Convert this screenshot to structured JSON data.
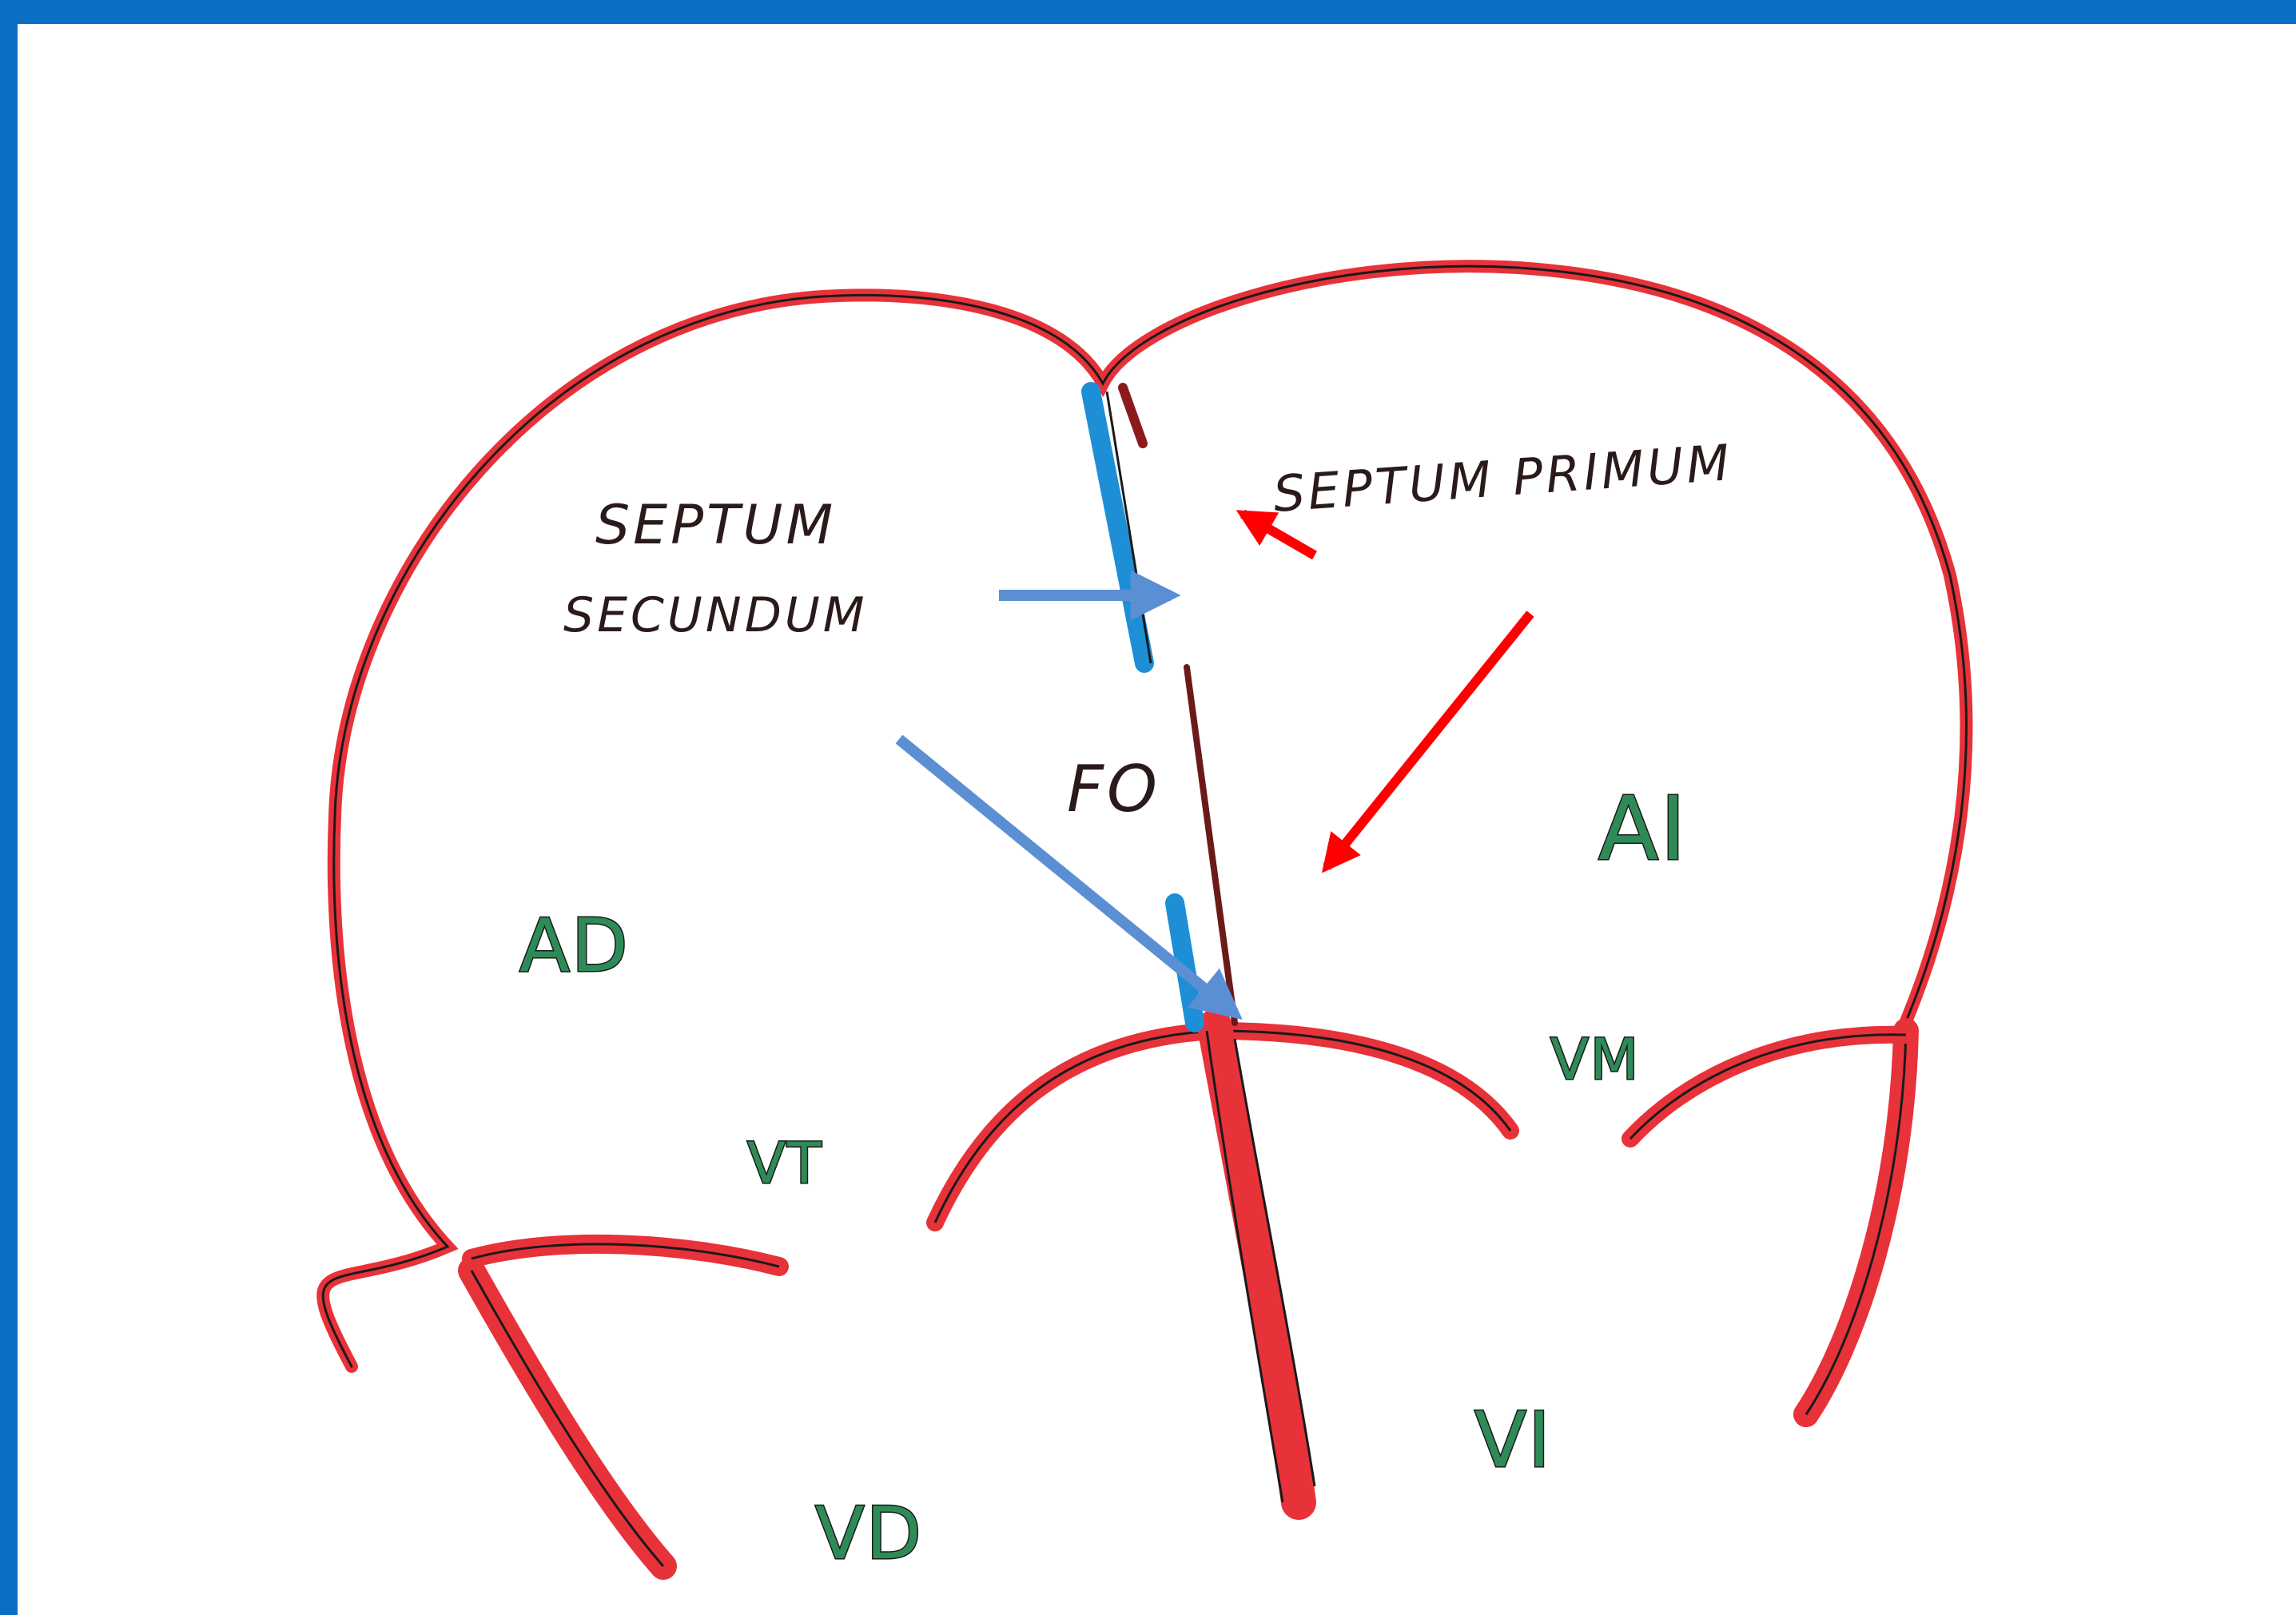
{
  "diagram": {
    "labels": {
      "septum_secundum_line1": "SEPTUM",
      "septum_secundum_line2": "SECUNDUM",
      "septum_primum": "SEPTUM PRIMUM",
      "fo": "FO",
      "ad": "AD",
      "ai": "AI",
      "vt": "VT",
      "vm": "VM",
      "vd": "VD",
      "vi": "VI"
    },
    "colors": {
      "frame": "#0a6fc2",
      "outline_red": "#e8323a",
      "ink": "#1a1a1a",
      "septum_blue": "#1e8fd6",
      "arrow_blue": "#5b8fd4",
      "arrow_red": "#ff0000",
      "label_green": "#2e8b57"
    }
  }
}
